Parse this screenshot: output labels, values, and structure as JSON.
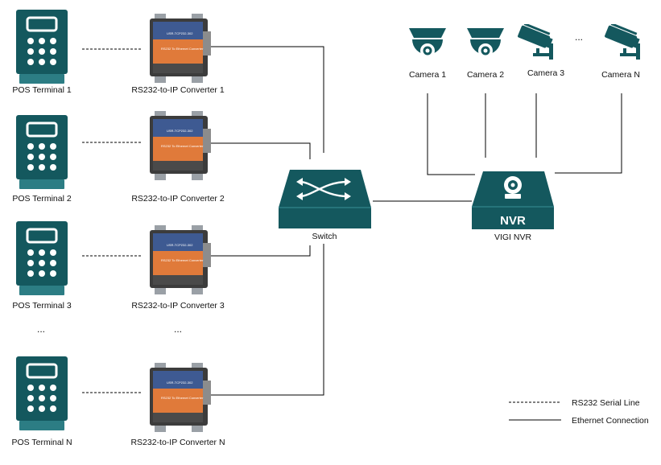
{
  "colors": {
    "teal": "#14585e",
    "teal_light": "#2c7d84",
    "converter_blue": "#3e5a92",
    "converter_orange": "#e07a3a",
    "line": "#000000"
  },
  "icons": {
    "pos_terminal": "pos-terminal-icon",
    "converter": "serial-converter-icon",
    "switch": "network-switch-icon",
    "nvr": "nvr-icon",
    "dome_camera": "dome-camera-icon",
    "bullet_camera": "bullet-camera-icon"
  },
  "pos_terminals": [
    {
      "label": "POS Terminal 1"
    },
    {
      "label": "POS Terminal 2"
    },
    {
      "label": "POS Terminal 3"
    },
    {
      "label": "POS Terminal N"
    }
  ],
  "converters": [
    {
      "label": "RS232-to-IP Converter 1"
    },
    {
      "label": "RS232-to-IP Converter 2"
    },
    {
      "label": "RS232-to-IP Converter 3"
    },
    {
      "label": "RS232-to-IP Converter N"
    }
  ],
  "converter_device": {
    "model": "USR-TCP232-302",
    "caption": "RS232 To Ethernet Converter"
  },
  "ellipsis": "...",
  "switch": {
    "label": "Switch"
  },
  "nvr": {
    "badge": "NVR",
    "label": "VIGI NVR"
  },
  "cameras": [
    {
      "label": "Camera 1",
      "kind": "dome"
    },
    {
      "label": "Camera 2",
      "kind": "dome"
    },
    {
      "label": "Camera 3",
      "kind": "bullet"
    },
    {
      "label": "Camera N",
      "kind": "bullet"
    }
  ],
  "legend": {
    "serial": "RS232 Serial Line",
    "ethernet": "Ethernet Connection"
  }
}
